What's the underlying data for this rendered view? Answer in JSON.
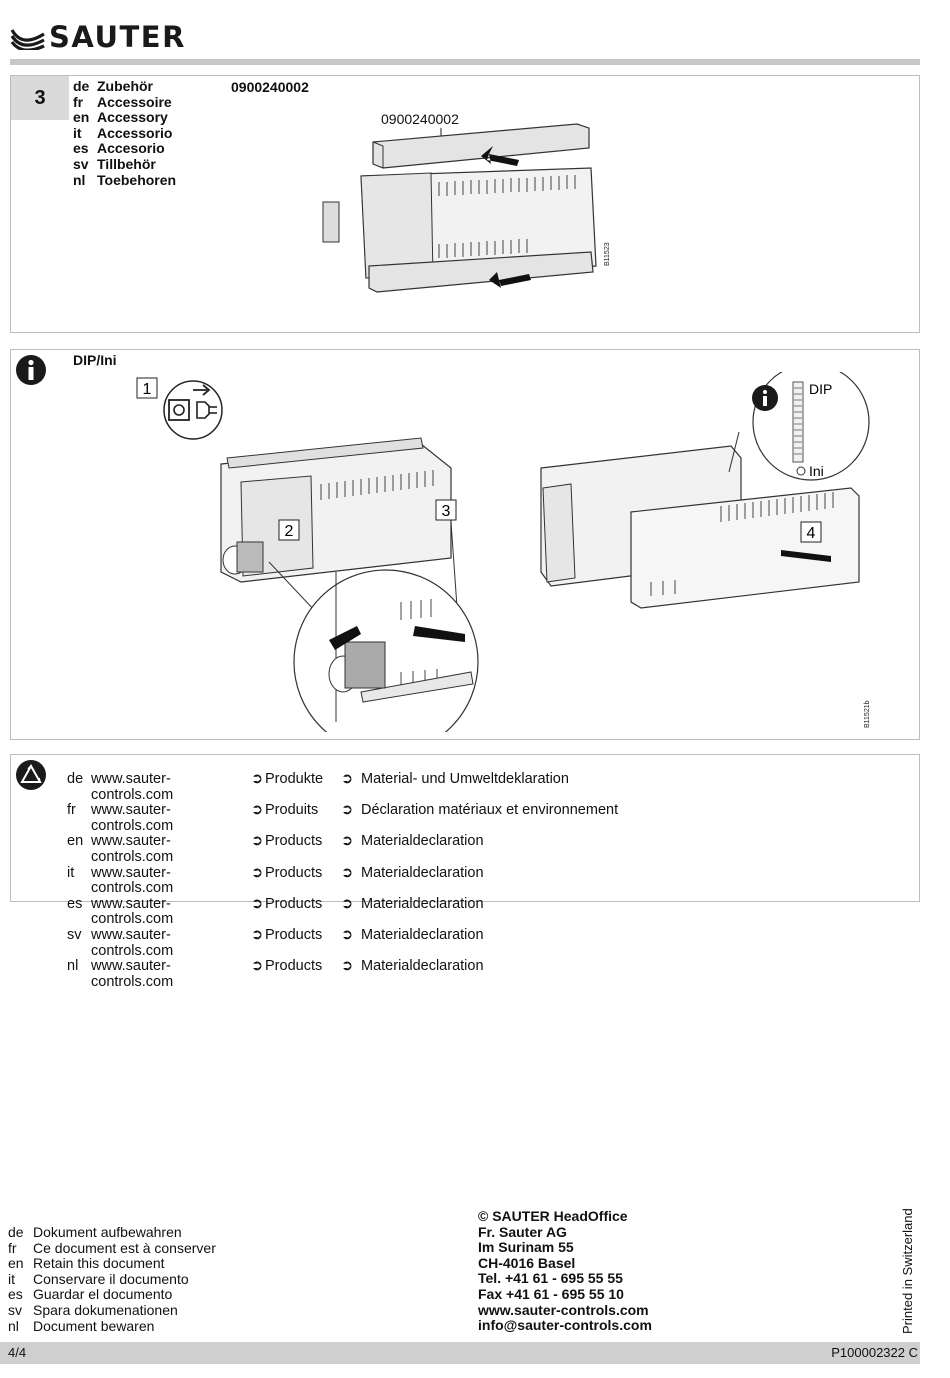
{
  "brand": {
    "name": "SAUTER"
  },
  "accessory_section": {
    "step": "3",
    "languages": [
      {
        "code": "de",
        "label": "Zubehör"
      },
      {
        "code": "fr",
        "label": "Accessoire"
      },
      {
        "code": "en",
        "label": "Accessory"
      },
      {
        "code": "it",
        "label": "Accessorio"
      },
      {
        "code": "es",
        "label": "Accesorio"
      },
      {
        "code": "sv",
        "label": "Tillbehör"
      },
      {
        "code": "nl",
        "label": "Toebehoren"
      }
    ],
    "part_number": "0900240002",
    "callout": "0900240002",
    "figure_code": "B11523"
  },
  "dip_section": {
    "title": "DIP/Ini",
    "steps": [
      "1",
      "2",
      "3",
      "4"
    ],
    "dip_label": "DIP",
    "ini_label": "Ini",
    "figure_code": "B11521b"
  },
  "materials_section": {
    "arrow": "➲",
    "rows": [
      {
        "code": "de",
        "url": "www.sauter-controls.com",
        "section": "Produkte",
        "document": "Material- und Umweltdeklaration"
      },
      {
        "code": "fr",
        "url": "www.sauter-controls.com",
        "section": "Produits",
        "document": "Déclaration matériaux et environnement"
      },
      {
        "code": "en",
        "url": "www.sauter-controls.com",
        "section": "Products",
        "document": "Materialdeclaration"
      },
      {
        "code": "it",
        "url": "www.sauter-controls.com",
        "section": "Products",
        "document": "Materialdeclaration"
      },
      {
        "code": "es",
        "url": "www.sauter-controls.com",
        "section": "Products",
        "document": "Materialdeclaration"
      },
      {
        "code": "sv",
        "url": "www.sauter-controls.com",
        "section": "Products",
        "document": "Materialdeclaration"
      },
      {
        "code": "nl",
        "url": "www.sauter-controls.com",
        "section": "Products",
        "document": "Materialdeclaration"
      }
    ]
  },
  "retain_notice": [
    {
      "code": "de",
      "text": "Dokument aufbewahren"
    },
    {
      "code": "fr",
      "text": "Ce document est à conserver"
    },
    {
      "code": "en",
      "text": "Retain this document"
    },
    {
      "code": "it",
      "text": "Conservare il documento"
    },
    {
      "code": "es",
      "text": "Guardar el documento"
    },
    {
      "code": "sv",
      "text": "Spara dokumenationen"
    },
    {
      "code": "nl",
      "text": "Document bewaren"
    }
  ],
  "address": {
    "copyright": "© SAUTER HeadOffice",
    "company": "Fr. Sauter AG",
    "street": "Im Surinam 55",
    "city": "CH-4016 Basel",
    "tel": "Tel. +41 61 - 695 55 55",
    "fax": "Fax +41 61 - 695 55 10",
    "web": "www.sauter-controls.com",
    "email": "info@sauter-controls.com"
  },
  "printed_note": "Printed in Switzerland",
  "footer": {
    "page": "4/4",
    "doc_id": "P100002322 C"
  },
  "colors": {
    "rule_gray": "#c8c8c8",
    "badge_gray": "#dadada",
    "footer_gray": "#cfcfcf",
    "panel_border": "#bdbdbd"
  }
}
